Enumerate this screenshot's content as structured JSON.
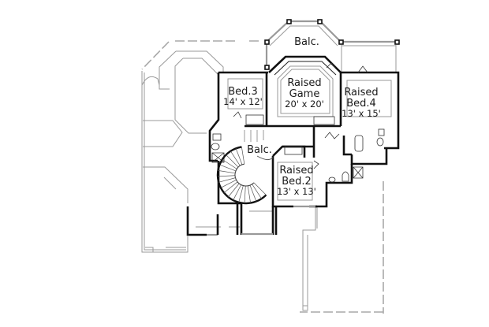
{
  "plan": {
    "type": "second-floor-plan",
    "rooms": [
      {
        "id": "balcony-top",
        "name": "Balc.",
        "dimensions": ""
      },
      {
        "id": "bed-3",
        "name": "Bed.3",
        "dimensions": "14' x 12'"
      },
      {
        "id": "raised-game",
        "name": "Raised Game",
        "name_line1": "Raised",
        "name_line2": "Game",
        "dimensions": "20' x 20'"
      },
      {
        "id": "raised-bed-4",
        "name": "Raised Bed.4",
        "name_line1": "Raised",
        "name_line2": "Bed.4",
        "dimensions": "13' x 15'"
      },
      {
        "id": "balcony-stair",
        "name": "Balc.",
        "dimensions": ""
      },
      {
        "id": "raised-bed-2",
        "name": "Raised Bed.2",
        "name_line1": "Raised",
        "name_line2": "Bed.2",
        "dimensions": "13' x 13'"
      }
    ],
    "colors": {
      "walls": "#111111",
      "below_outline": "#9a9a9a",
      "background": "#ffffff"
    }
  }
}
